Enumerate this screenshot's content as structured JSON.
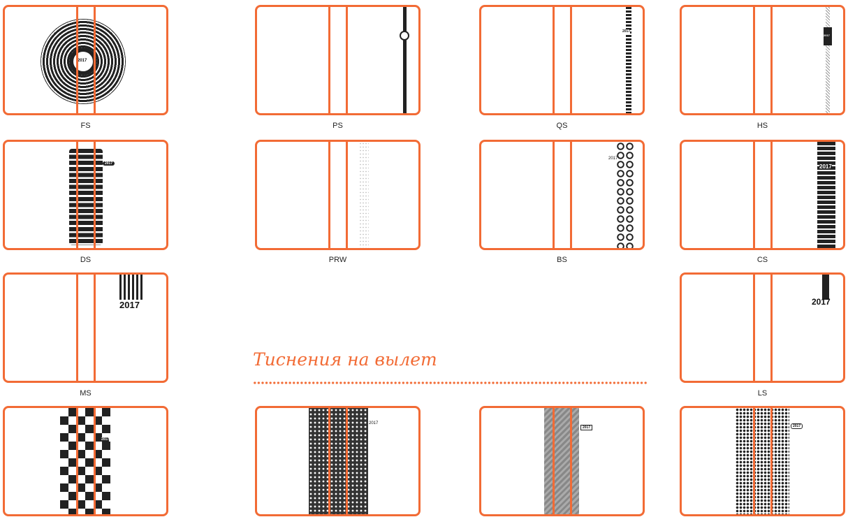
{
  "accent_color": "#f26b35",
  "section_title": "Тиснения на вылет",
  "covers": [
    {
      "code": "FS",
      "year": "2017"
    },
    {
      "code": "PS",
      "year": ""
    },
    {
      "code": "QS",
      "year": "2017"
    },
    {
      "code": "HS",
      "year": "2017"
    },
    {
      "code": "DS",
      "year": "2017"
    },
    {
      "code": "PRW",
      "year": ""
    },
    {
      "code": "BS",
      "year": "2017"
    },
    {
      "code": "CS",
      "year": "2017"
    },
    {
      "code": "MS",
      "year": "2017"
    },
    {
      "code": "LS",
      "year": "2017"
    }
  ],
  "full_bleed": [
    {
      "year": "2017"
    },
    {
      "year": "2017"
    },
    {
      "year": "2017"
    },
    {
      "year": "2017"
    }
  ]
}
